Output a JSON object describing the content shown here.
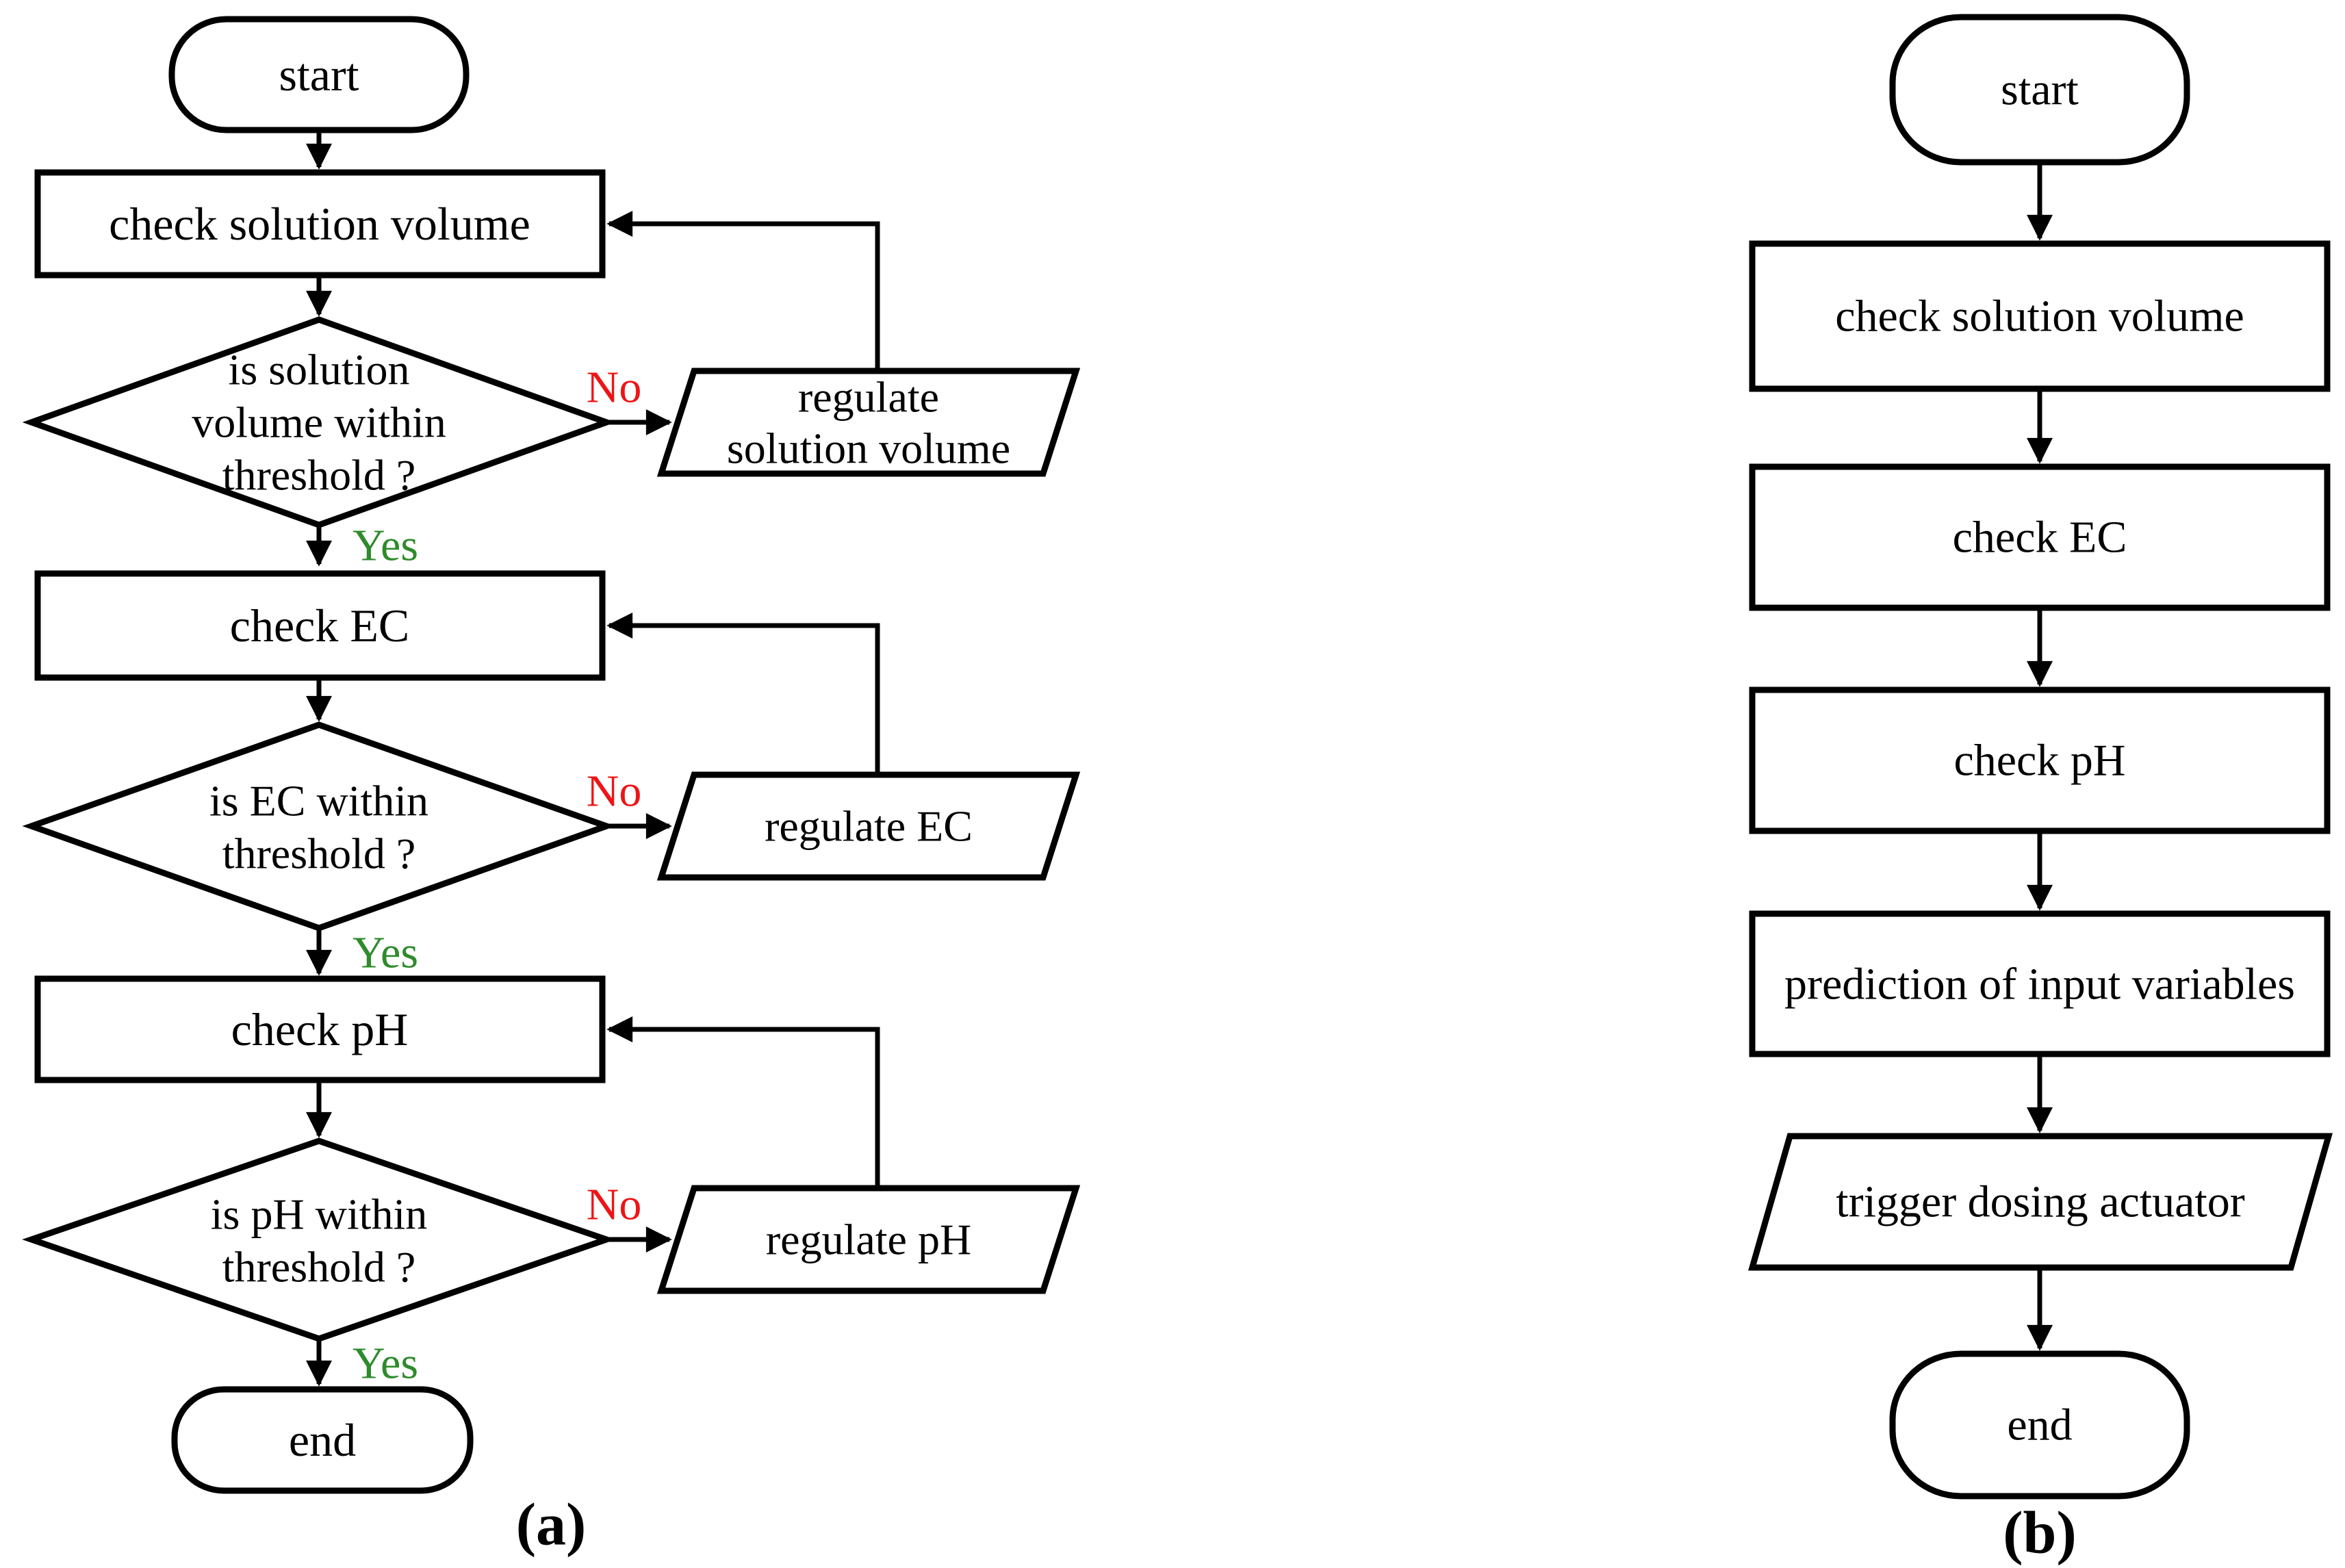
{
  "figure": {
    "panel_a": {
      "caption": "(a)",
      "start": "start",
      "end": "end",
      "yes": "Yes",
      "no": "No",
      "processes": [
        "check solution volume",
        "check EC",
        "check pH"
      ],
      "decisions": [
        {
          "lines": [
            "is solution",
            "volume within",
            "threshold ?"
          ]
        },
        {
          "lines": [
            "is EC within",
            "threshold ?"
          ]
        },
        {
          "lines": [
            "is pH within",
            "threshold ?"
          ]
        }
      ],
      "actions": [
        {
          "lines": [
            "regulate",
            "solution volume"
          ]
        },
        {
          "lines": [
            "regulate EC"
          ]
        },
        {
          "lines": [
            "regulate pH"
          ]
        }
      ]
    },
    "panel_b": {
      "caption": "(b)",
      "start": "start",
      "end": "end",
      "steps": [
        "check solution volume",
        "check EC",
        "check pH",
        "prediction of input variables"
      ],
      "action": "trigger dosing actuator"
    },
    "colors": {
      "no_red": "#ee1416",
      "yes_green": "#2e8b2b",
      "line_black": "#000000"
    }
  }
}
